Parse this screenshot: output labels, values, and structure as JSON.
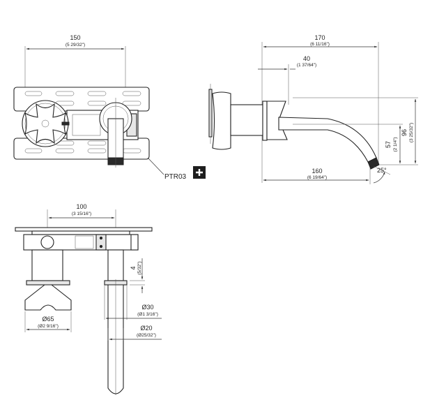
{
  "dimensions": {
    "front_width": {
      "value": "150",
      "inch": "(5 29/32\")"
    },
    "side_overall": {
      "value": "170",
      "inch": "(6 11/16\")"
    },
    "side_body": {
      "value": "40",
      "inch": "(1 37/64\")"
    },
    "side_spout": {
      "value": "160",
      "inch": "(6 19/64\")"
    },
    "side_height_57": {
      "value": "57",
      "inch": "(2 1/4\")"
    },
    "side_height_96": {
      "value": "96",
      "inch": "(3 25/32\")"
    },
    "side_angle": {
      "value": "25°"
    },
    "bottom_width": {
      "value": "100",
      "inch": "(3 15/16\")"
    },
    "bottom_depth": {
      "value": "4",
      "inch": "(5/32\")"
    },
    "handle_dia": {
      "value": "Ø65",
      "inch": "(Ø2 9/16\")"
    },
    "flange_dia": {
      "value": "Ø30",
      "inch": "(Ø1 3/16\")"
    },
    "spout_dia": {
      "value": "Ø20",
      "inch": "(Ø25/32\")"
    }
  },
  "callout": {
    "label": "PTR03",
    "icon": "plus-icon"
  }
}
